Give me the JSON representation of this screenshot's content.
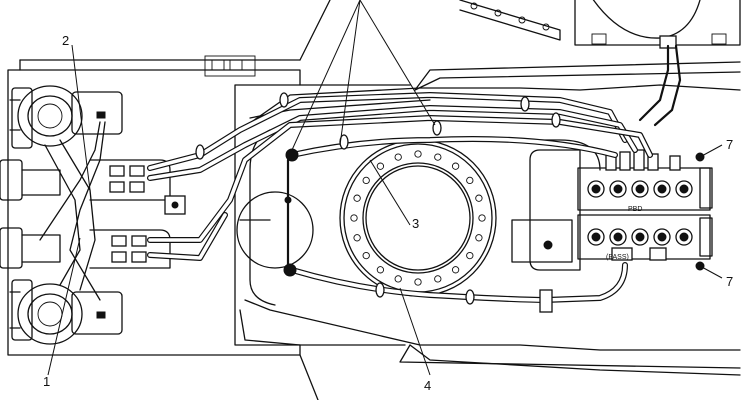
{
  "callouts": {
    "c1": "1",
    "c2": "2",
    "c3": "3",
    "c4": "4",
    "c7a": "7",
    "c7b": "7"
  },
  "valve_labels": {
    "pbd": "PBD",
    "pass": "(PASS)"
  },
  "colors": {
    "line": "#111111",
    "background": "#ffffff"
  }
}
